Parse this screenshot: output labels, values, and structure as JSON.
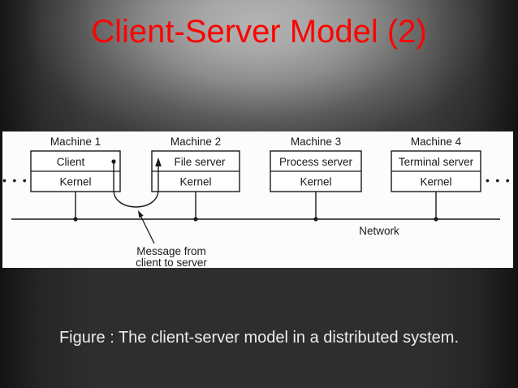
{
  "slide": {
    "title": "Client-Server Model (2)",
    "caption": "Figure : The client-server model in a distributed system."
  },
  "colors": {
    "title_red": "#fa0500",
    "caption_text": "#ececec",
    "panel_background": "#fcfcfc",
    "diagram_ink": "#1a1a1a"
  },
  "diagram": {
    "machines": [
      {
        "name": "Machine 1",
        "top_box": "Client",
        "bottom_box": "Kernel"
      },
      {
        "name": "Machine 2",
        "top_box": "File server",
        "bottom_box": "Kernel"
      },
      {
        "name": "Machine 3",
        "top_box": "Process server",
        "bottom_box": "Kernel"
      },
      {
        "name": "Machine 4",
        "top_box": "Terminal server",
        "bottom_box": "Kernel"
      }
    ],
    "network_label": "Network",
    "annotation": {
      "line1": "Message from",
      "line2": "client to server"
    },
    "left_ellipsis": "•••",
    "right_ellipsis": "•••"
  }
}
